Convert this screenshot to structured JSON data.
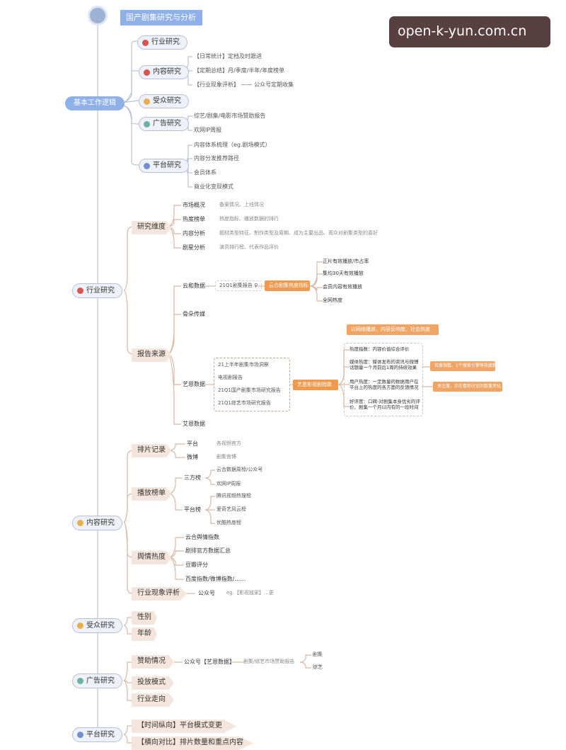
{
  "title": "国产剧集研究与分析",
  "watermark": "open-k-yun.com.cn",
  "colors": {
    "line": "#b9c3d3",
    "warm_line": "#d9b8a4",
    "orange": "#ef9a4e",
    "pill": "#eef1f7",
    "cat": "#f4e6dc",
    "title_bg": "#8fb0e8"
  },
  "sec1": {
    "root": "基本工作逻辑",
    "hangye": "行业研究",
    "neirong": "内容研究",
    "neirong_items": [
      "【日常统计】定档及时跟进",
      "【定期总结】月/季度/半年/年度榜单",
      "【行业现象评析】 —— 公众号定期收集"
    ],
    "shouzhong": "受众研究",
    "guanggao": "广告研究",
    "guanggao_items": [
      "综艺/剧集/电影市场赞助报告",
      "欢网IP周报"
    ],
    "pingtai": "平台研究",
    "pingtai_items": [
      "内容体系梳理（eg.剧场模式）",
      "内容分发推荐路径",
      "会员体系",
      "商业化变现模式"
    ]
  },
  "sec2": {
    "root": "行业研究",
    "weidu": "研究维度",
    "weidu_items": [
      {
        "label": "市场概况",
        "desc": "备案情况、上线情况"
      },
      {
        "label": "热度榜单",
        "desc": "热度指标、播放数据的排行"
      },
      {
        "label": "内容分析",
        "desc": "题材类型特征、制作类型及周期、成为主要出品、观众对剧集类型的喜好"
      },
      {
        "label": "剧星分析",
        "desc": "演员排行榜、代表作品评价"
      }
    ],
    "laiyuan": "报告来源",
    "yunhe": "云和数据",
    "yunhe_doc": "21Q1剧集报告",
    "yunhe_orange": "云合剧集热度指标",
    "yunhe_items": [
      "正片有效播放/市占率",
      "集均30天有效播放",
      "会员内容有效播放",
      "全网热度"
    ],
    "guduo": "骨朵传媒",
    "yien": "艺恩数据",
    "yien_docs": [
      "21上半年剧集市场洞察",
      "电视剧报告",
      "21Q1国产剧集市场研究报告",
      "21Q1综艺市场研究报告"
    ],
    "yien_orange": "艺恩影视剧指数",
    "yien_note": "以网络播放、内容反响度、社会热度",
    "yien_items": [
      "热度指数：内容价值综合评价",
      "媒体热度：媒体发布的资讯与微博话题量一个月前后1周的持续效果",
      "用户热度：一定数量的数据用户在平台上的热度的各方面的反馈情况",
      "好评度：口碑-对剧集本身优劣的评价、剧集一个月以内有的一段时间"
    ],
    "yien_side1": "百度指数、1个搜索引擎等热度数据",
    "yien_side2": "关注度，正在看和讨论的数量变化",
    "aien": "艾恩数据"
  },
  "sec3": {
    "root": "内容研究",
    "paipian": "排片记录",
    "paipian_items": [
      {
        "label": "平台",
        "desc": "各视频官方"
      },
      {
        "label": "微博",
        "desc": "剧集官博"
      }
    ],
    "bofang": "播放榜单",
    "sanfang": "三方榜",
    "sanfang_items": [
      "云合数据周榜/公众号",
      "欢网IP周报"
    ],
    "pingtaibang": "平台榜",
    "pingtaibang_items": [
      "腾讯视频热搜榜",
      "爱奇艺风云榜",
      "优酷热度榜"
    ],
    "yuqing": "舆情热度",
    "yuqing_items": [
      "云合舆情指数",
      "剧排官方数据汇总",
      "豆瓣评分",
      "百度指数/微博指数/……"
    ],
    "xianxiang": "行业现象评析",
    "xianxiang_label": "公众号",
    "xianxiang_desc": "eg.【影视独家】…更"
  },
  "sec4": {
    "root": "受众研究",
    "items": [
      "性别",
      "年龄"
    ]
  },
  "sec5": {
    "root": "广告研究",
    "zanzhu": "赞助情况",
    "zanzhu_label": "公众号【艺恩数据】",
    "zanzhu_desc": "剧集/综艺市场赞助报告",
    "zanzhu_items": [
      "剧集",
      "综艺"
    ],
    "toufang": "投放模式",
    "zouxiang": "行业走向"
  },
  "sec6": {
    "root": "平台研究",
    "items": [
      "【时间纵向】平台模式变更",
      "【横向对比】排片数量和重点内容"
    ]
  }
}
